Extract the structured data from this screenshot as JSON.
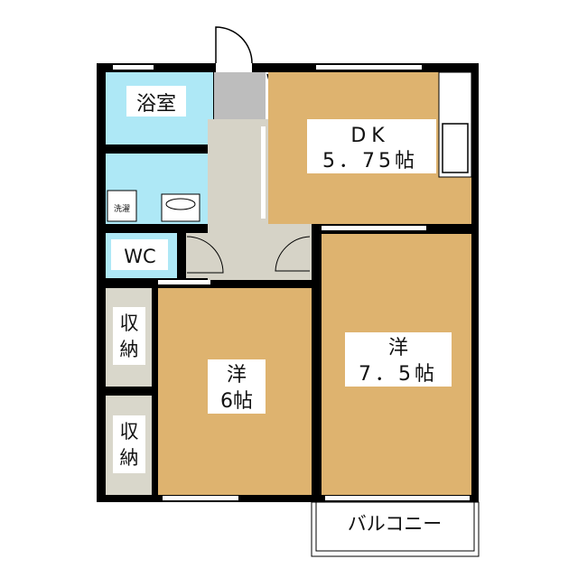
{
  "rooms": {
    "bath": {
      "label": "浴室"
    },
    "washer": {
      "label": "洗濯"
    },
    "wc": {
      "label": "WC"
    },
    "dk": {
      "name": "DK",
      "size": "5．75帖"
    },
    "western_large": {
      "name": "洋",
      "size": "7．5帖"
    },
    "western_small": {
      "name": "洋",
      "size": "6帖"
    },
    "closet_upper": {
      "line1": "収",
      "line2": "納"
    },
    "closet_lower": {
      "line1": "収",
      "line2": "納"
    },
    "balcony": {
      "label": "バルコニー"
    }
  },
  "colors": {
    "wet_area": "#aee8f6",
    "room_floor": "#deb36f",
    "hallway": "#d6d3c7",
    "entrance": "#bdbdbd",
    "closet": "#d9d7cb",
    "wall": "#000000"
  }
}
